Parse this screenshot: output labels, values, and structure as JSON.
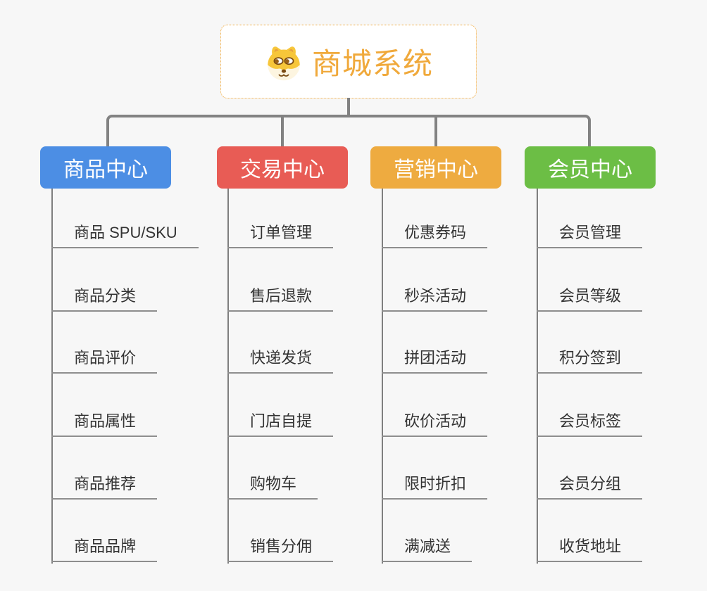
{
  "root": {
    "title": "商城系统",
    "icon": "dog-face-icon"
  },
  "branches": [
    {
      "label": "商品中心",
      "color": "#4C8EE4",
      "children": [
        "商品 SPU/SKU",
        "商品分类",
        "商品评价",
        "商品属性",
        "商品推荐",
        "商品品牌"
      ]
    },
    {
      "label": "交易中心",
      "color": "#E85C55",
      "children": [
        "订单管理",
        "售后退款",
        "快递发货",
        "门店自提",
        "购物车",
        "销售分佣"
      ]
    },
    {
      "label": "营销中心",
      "color": "#EEAB40",
      "children": [
        "优惠券码",
        "秒杀活动",
        "拼团活动",
        "砍价活动",
        "限时折扣",
        "满减送"
      ]
    },
    {
      "label": "会员中心",
      "color": "#6CBE45",
      "children": [
        "会员管理",
        "会员等级",
        "积分签到",
        "会员标签",
        "会员分组",
        "收货地址"
      ]
    }
  ],
  "colors": {
    "background": "#F7F7F7",
    "root_border": "#F0A93C",
    "root_text": "#F0A93B",
    "connector": "#828282",
    "leaf_text": "#333333",
    "leaf_line": "#8E8E8E"
  }
}
